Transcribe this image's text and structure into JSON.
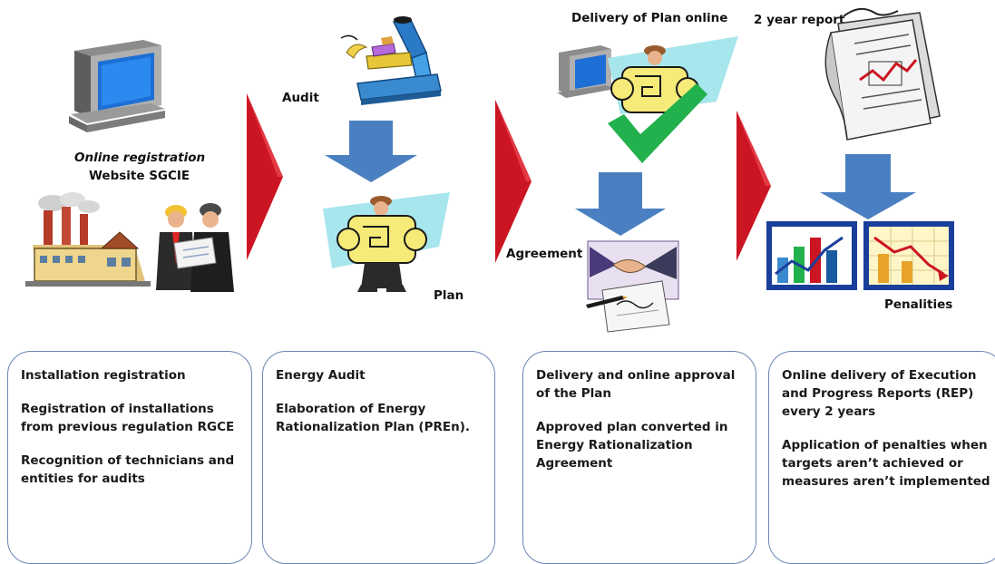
{
  "labels": {
    "online_registration": "Online registration",
    "website": "Website SGCIE",
    "audit": "Audit",
    "plan": "Plan",
    "delivery_online": "Delivery of Plan online",
    "agreement": "Agreement",
    "report": "2 year report",
    "penalities": "Penalities"
  },
  "boxes": [
    {
      "title": "Installation registration",
      "paragraphs": [
        "Registration  of installations\nfrom previous regulation RGCE",
        "Recognition of technicians and\nentities for audits"
      ]
    },
    {
      "title": "Energy Audit",
      "paragraphs": [
        "Elaboration of Energy\nRationalization Plan (PREn)."
      ]
    },
    {
      "title": "Delivery and online approval\nof the Plan",
      "paragraphs": [
        "Approved plan converted in\nEnergy Rationalization\nAgreement"
      ]
    },
    {
      "title": "Online delivery of Execution\nand Progress Reports (REP)\nevery 2 years",
      "paragraphs": [
        "Application of penalties when\ntargets aren’t achieved or\nmeasures aren’t implemented"
      ]
    }
  ],
  "icons": [
    "computer-icon",
    "factory-icon",
    "engineers-icon",
    "microscope-icon",
    "plan-person-icon",
    "checkmark-icon",
    "handshake-icon",
    "report-document-icon",
    "bar-chart-icon",
    "decline-chart-icon"
  ],
  "colors": {
    "stage_arrow": "#cc1522",
    "down_arrow": "#4a7fc1",
    "box_border": "#6b86b3",
    "check": "#22b14c"
  }
}
